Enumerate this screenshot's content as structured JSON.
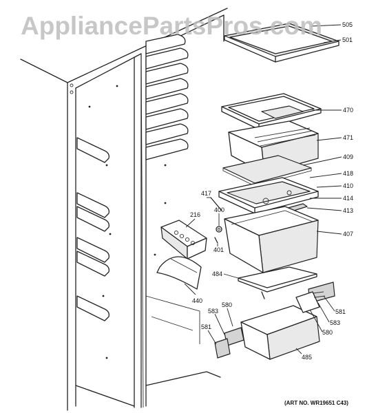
{
  "watermark": "AppliancePartsPros.com",
  "art_number": "(ART NO. WR19651 C43)",
  "callouts": [
    "505",
    "501",
    "470",
    "471",
    "409",
    "418",
    "410",
    "414",
    "413",
    "407",
    "417",
    "400",
    "216",
    "401",
    "484",
    "440",
    "580",
    "581",
    "583",
    "485",
    "581",
    "583",
    "580"
  ]
}
